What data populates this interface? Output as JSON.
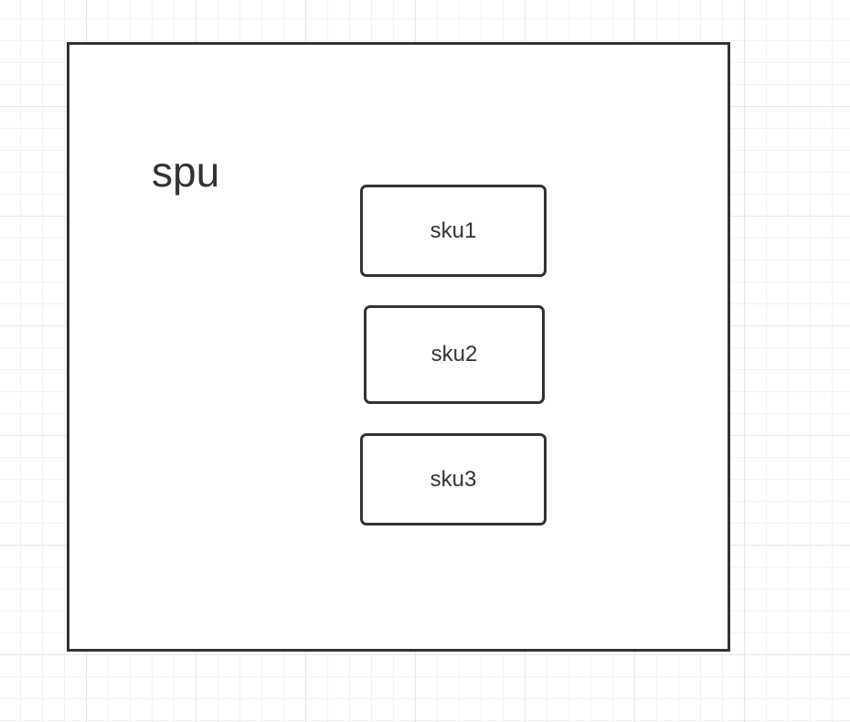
{
  "diagram": {
    "spu": {
      "label": "spu"
    },
    "skus": [
      {
        "label": "sku1"
      },
      {
        "label": "sku2"
      },
      {
        "label": "sku3"
      }
    ]
  },
  "colors": {
    "stroke": "#333333",
    "text": "#333333",
    "background": "#ffffff",
    "grid_major": "#e6e6e6",
    "grid_minor": "#f2f2f2"
  }
}
